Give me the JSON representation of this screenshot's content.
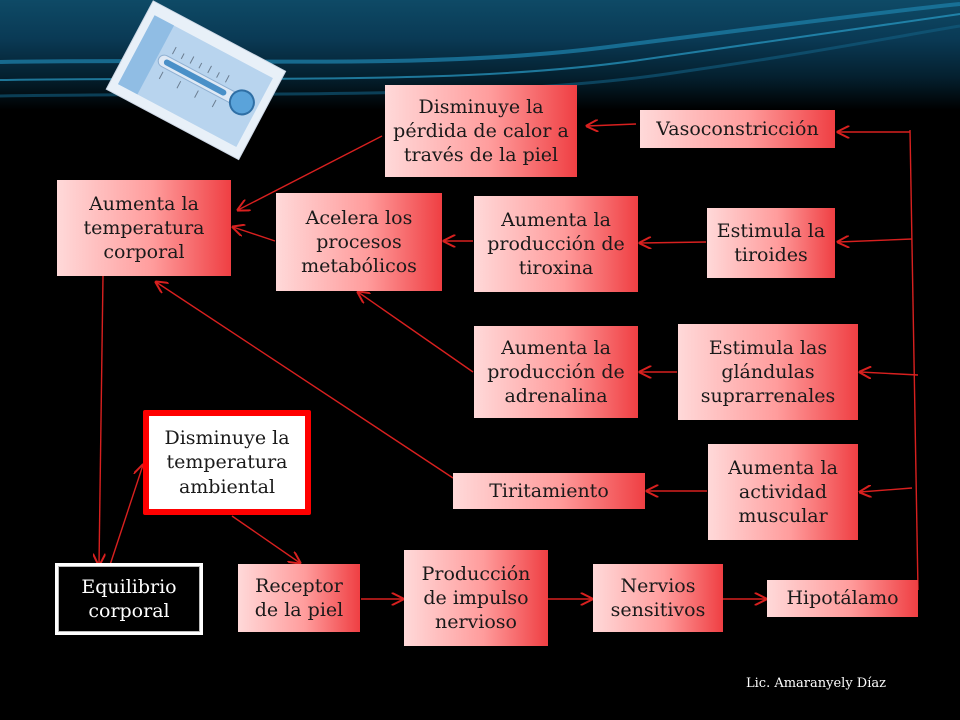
{
  "diagram": {
    "nodes": {
      "disminuye_perdida": "Disminuye la pérdida de calor a través de la piel",
      "vasoconstriccion": "Vasoconstricción",
      "aumenta_temperatura": "Aumenta  la temperatura corporal",
      "acelera_procesos": "Acelera  los procesos metabólicos",
      "aumenta_tiroxina": "Aumenta  la producción de tiroxina",
      "estimula_tiroides": "Estimula la tiroides",
      "aumenta_adrenalina": "Aumenta la producción de adrenalina",
      "estimula_suprarrenales": "Estimula las glándulas suprarrenales",
      "disminuye_temperatura": "Disminuye la temperatura ambiental",
      "tiritamiento": "Tiritamiento",
      "aumenta_actividad": "Aumenta la actividad muscular",
      "equilibrio": "Equilibrio corporal",
      "receptor": "Receptor de la piel",
      "produccion_impulso": "Producción de impulso nervioso",
      "nervios": "Nervios sensitivos",
      "hipotalamo": "Hipotálamo"
    },
    "credit": "Lic. Amaranyely Díaz",
    "colors": {
      "arrow": "#d8201f",
      "highlight_border": "#ff0000",
      "box_light": "#ffd9d9",
      "box_dark": "#ef3f43"
    }
  }
}
